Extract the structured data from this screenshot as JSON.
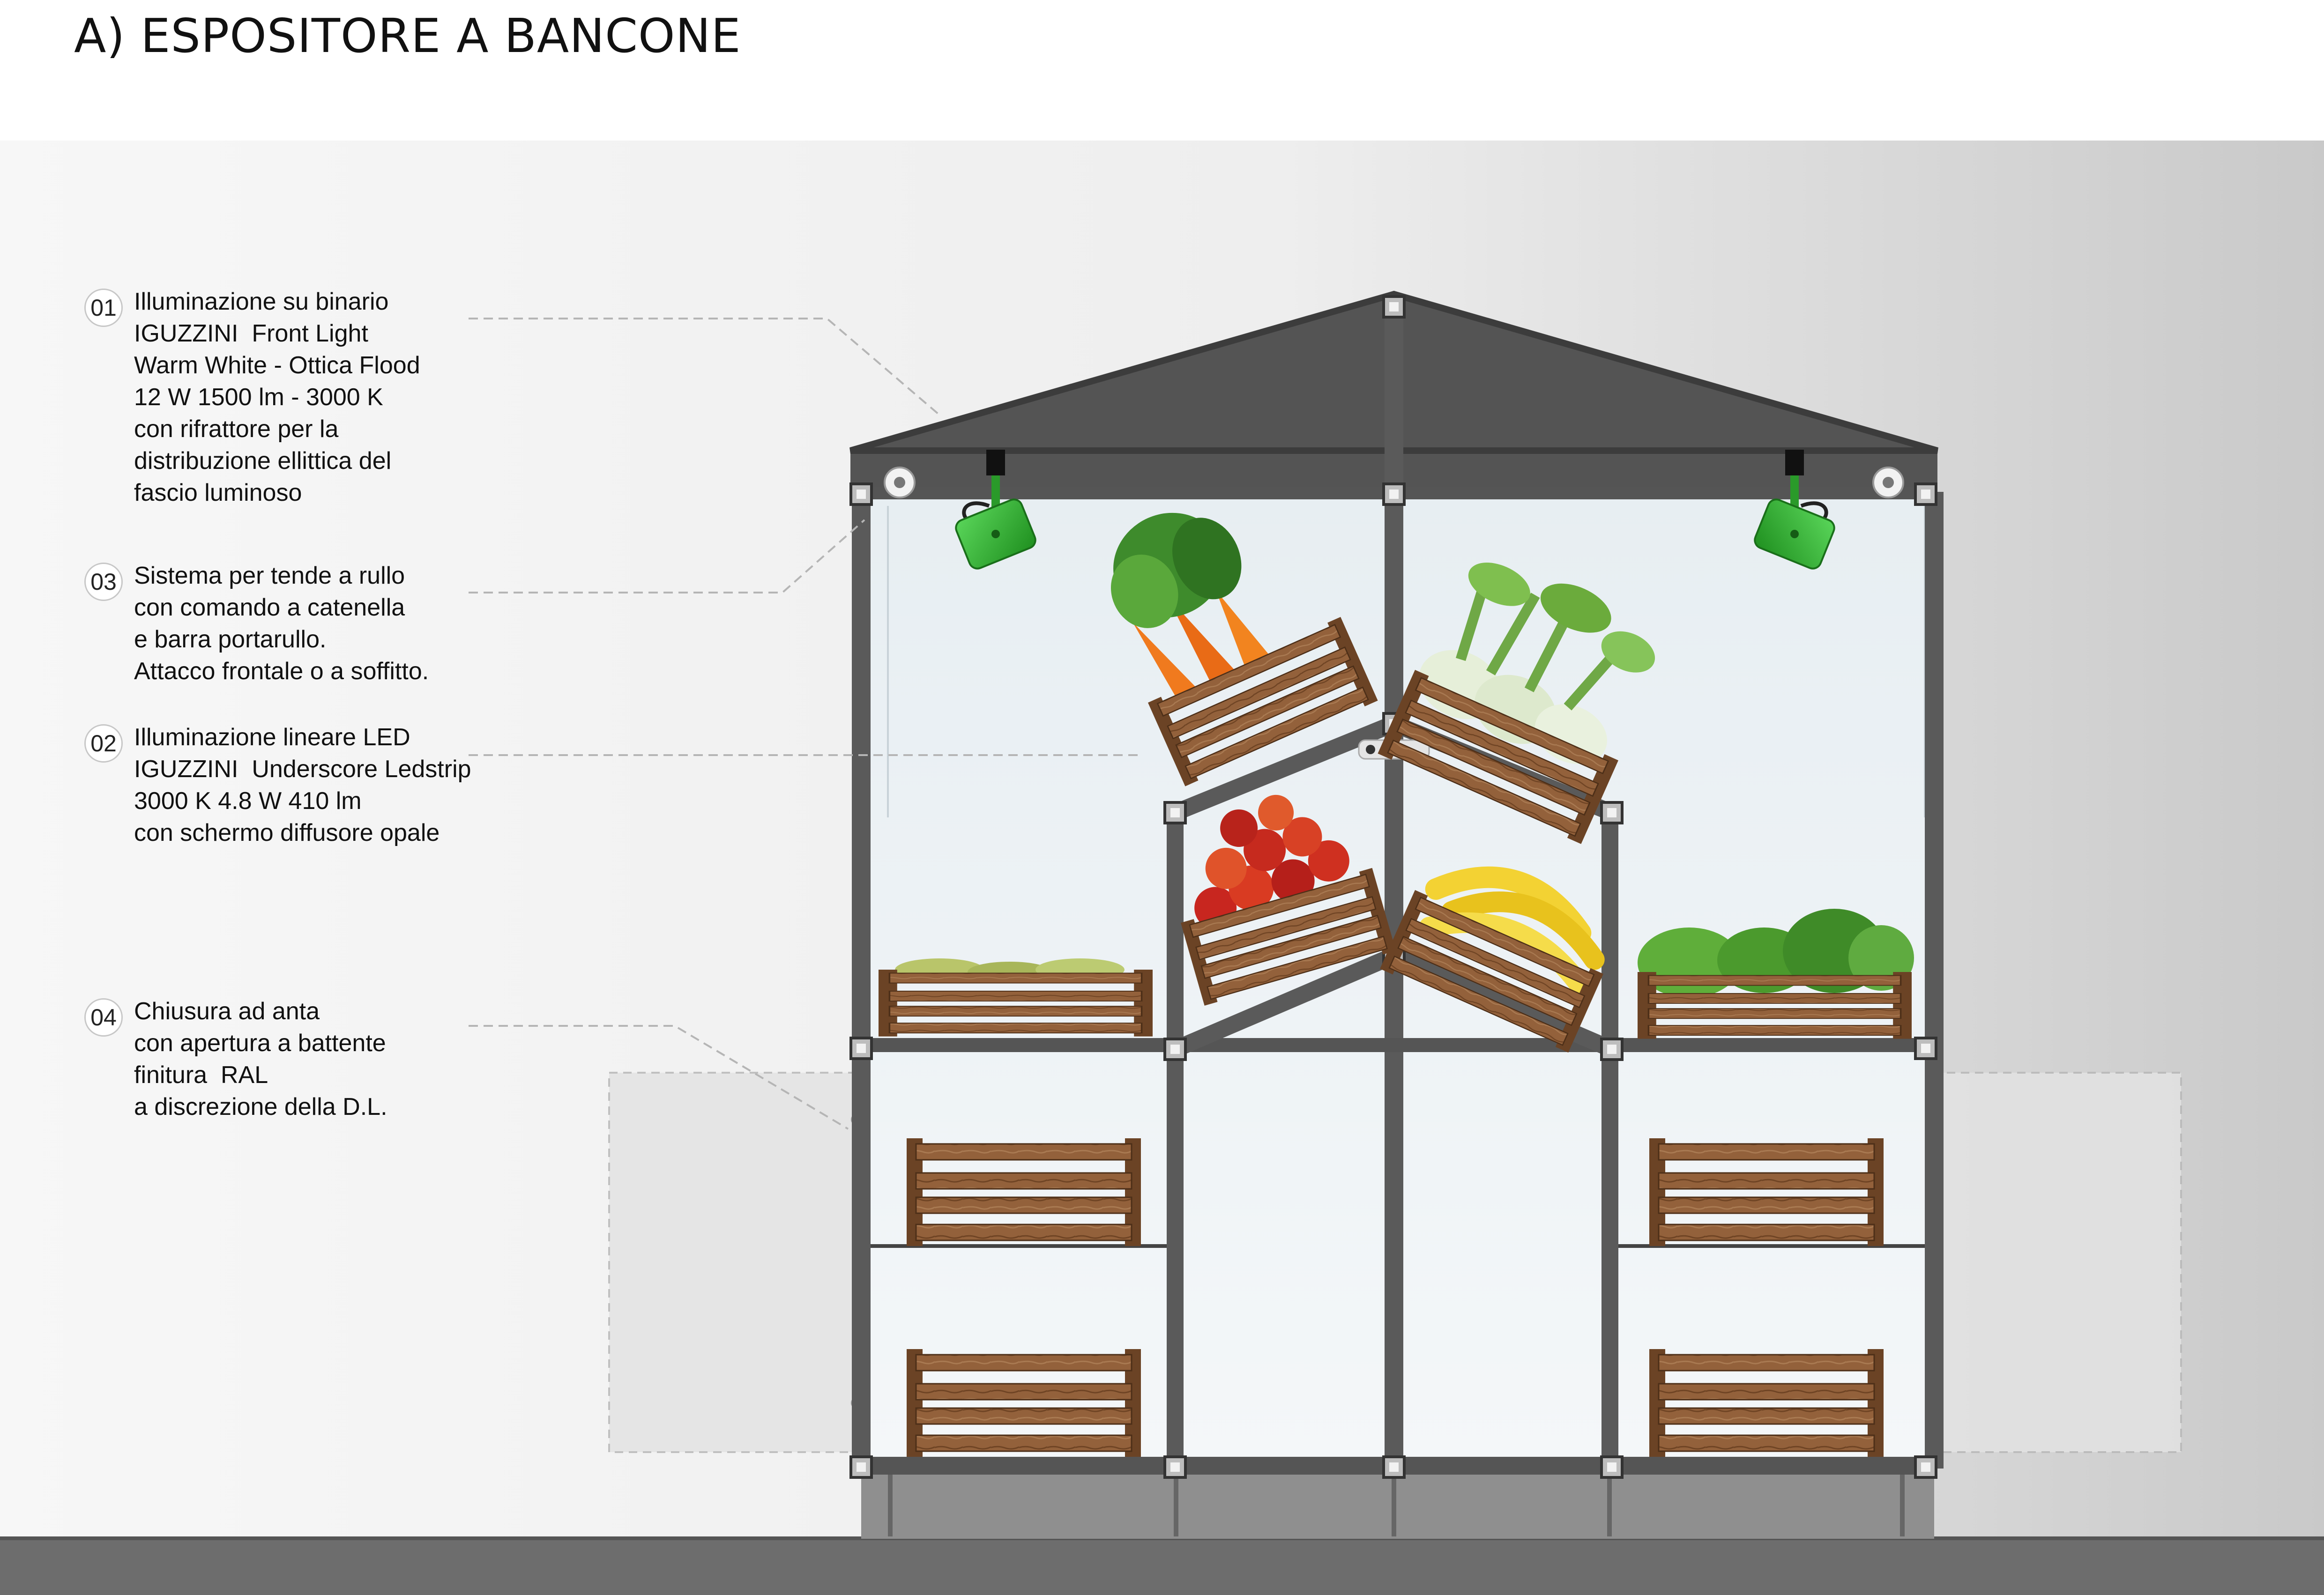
{
  "title": "A) ESPOSITORE A BANCONE",
  "colors": {
    "frame": "#555555",
    "roof": "#545454",
    "lamp": "#3bbf3b",
    "wood": "#8a5a36",
    "floor": "#6d6d6d"
  },
  "callouts": [
    {
      "number": "01",
      "lines": [
        "Illuminazione su binario",
        "IGUZZINI  Front Light",
        "Warm White - Ottica Flood",
        "12 W 1500 lm - 3000 K",
        "con rifrattore per la",
        "distribuzione ellittica del",
        "fascio luminoso"
      ]
    },
    {
      "number": "03",
      "lines": [
        "Sistema per tende a rullo",
        "con comando a catenella",
        "e barra portarullo.",
        "Attacco frontale o a soffitto."
      ]
    },
    {
      "number": "02",
      "lines": [
        "Illuminazione lineare LED",
        "IGUZZINI  Underscore Ledstrip",
        "3000 K 4.8 W 410 lm",
        "con schermo diffusore opale"
      ]
    },
    {
      "number": "04",
      "lines": [
        "Chiusura ad anta",
        "con apertura a battente",
        "finitura  RAL",
        "a discrezione della D.L."
      ]
    }
  ],
  "icons": [
    "track-spotlight-icon",
    "roller-blind-icon",
    "led-strip-icon",
    "wooden-crate-icon",
    "carrot-icon",
    "fennel-icon",
    "apple-icon",
    "banana-icon",
    "grape-icon",
    "lettuce-icon"
  ]
}
